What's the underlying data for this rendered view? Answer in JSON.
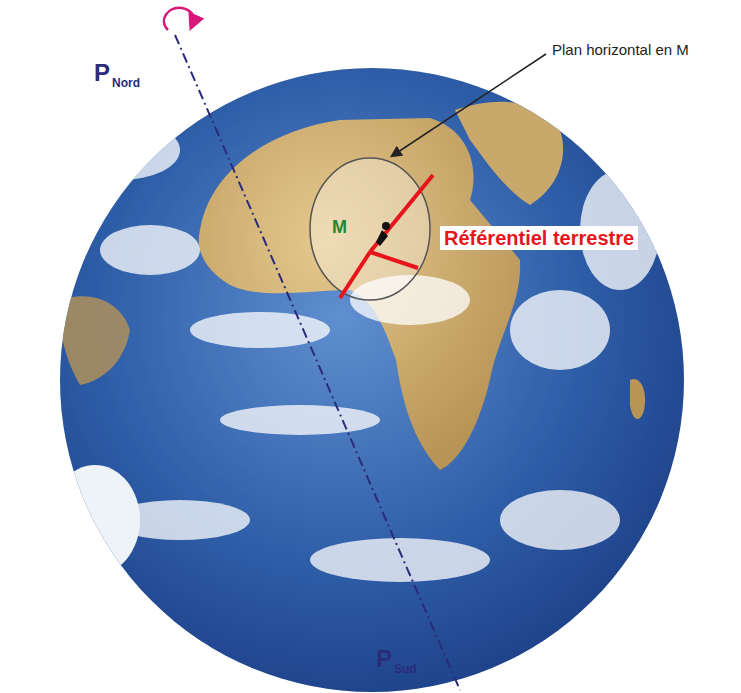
{
  "diagram": {
    "nodes": [
      {
        "text": [
          "M"
        ]
      }
    ],
    "edges": [],
    "labels": [
      "P",
      "Nord",
      "P",
      "Sud",
      "Plan horizontal en M",
      "Référentiel terrestre"
    ]
  }
}
